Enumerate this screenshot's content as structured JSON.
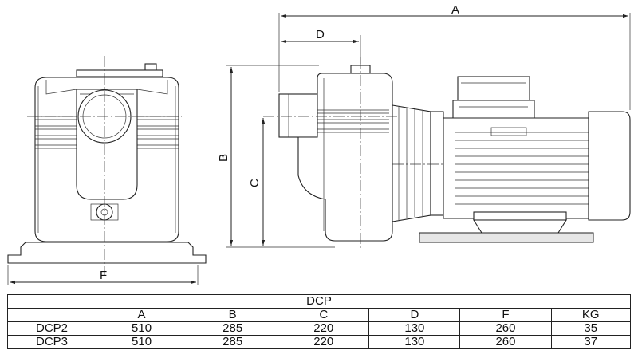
{
  "dimensions": {
    "a": "A",
    "b": "B",
    "c": "C",
    "d": "D",
    "f": "F"
  },
  "table": {
    "title": "DCP",
    "headers": [
      "",
      "A",
      "B",
      "C",
      "D",
      "F",
      "KG"
    ],
    "rows": [
      [
        "DCP2",
        "510",
        "285",
        "220",
        "130",
        "260",
        "35"
      ],
      [
        "DCP3",
        "510",
        "285",
        "220",
        "130",
        "260",
        "37"
      ]
    ]
  }
}
